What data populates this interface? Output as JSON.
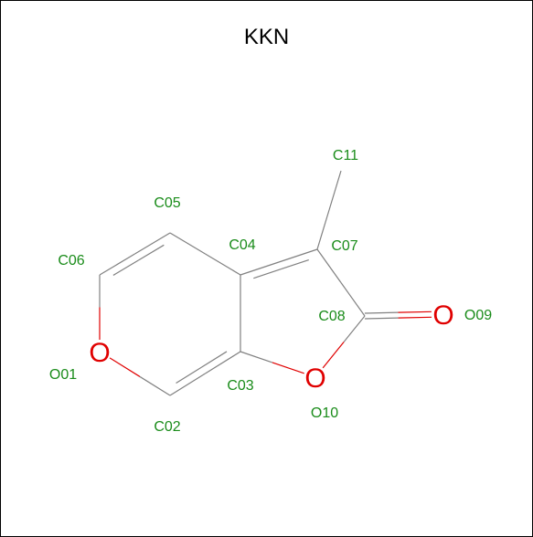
{
  "title": "KKN",
  "colors": {
    "bond": "#808080",
    "oxygen": "#e00000",
    "label": "#1a8c1a"
  },
  "oxygen_symbol": "O",
  "atoms": [
    {
      "id": "C02",
      "element": "C"
    },
    {
      "id": "C03",
      "element": "C"
    },
    {
      "id": "C04",
      "element": "C"
    },
    {
      "id": "C05",
      "element": "C"
    },
    {
      "id": "C06",
      "element": "C"
    },
    {
      "id": "C07",
      "element": "C"
    },
    {
      "id": "C08",
      "element": "C"
    },
    {
      "id": "C11",
      "element": "C"
    },
    {
      "id": "O01",
      "element": "O"
    },
    {
      "id": "O09",
      "element": "O"
    },
    {
      "id": "O10",
      "element": "O"
    }
  ],
  "bonds": [
    {
      "a": "O01",
      "b": "C02",
      "order": 1
    },
    {
      "a": "C02",
      "b": "C03",
      "order": 2
    },
    {
      "a": "C03",
      "b": "C04",
      "order": 1
    },
    {
      "a": "C04",
      "b": "C05",
      "order": 1
    },
    {
      "a": "C05",
      "b": "C06",
      "order": 2
    },
    {
      "a": "C06",
      "b": "O01",
      "order": 1
    },
    {
      "a": "C04",
      "b": "C07",
      "order": 2
    },
    {
      "a": "C07",
      "b": "C08",
      "order": 1
    },
    {
      "a": "C08",
      "b": "O09",
      "order": 2
    },
    {
      "a": "C08",
      "b": "O10",
      "order": 1
    },
    {
      "a": "O10",
      "b": "C03",
      "order": 1
    },
    {
      "a": "C07",
      "b": "C11",
      "order": 1
    }
  ]
}
